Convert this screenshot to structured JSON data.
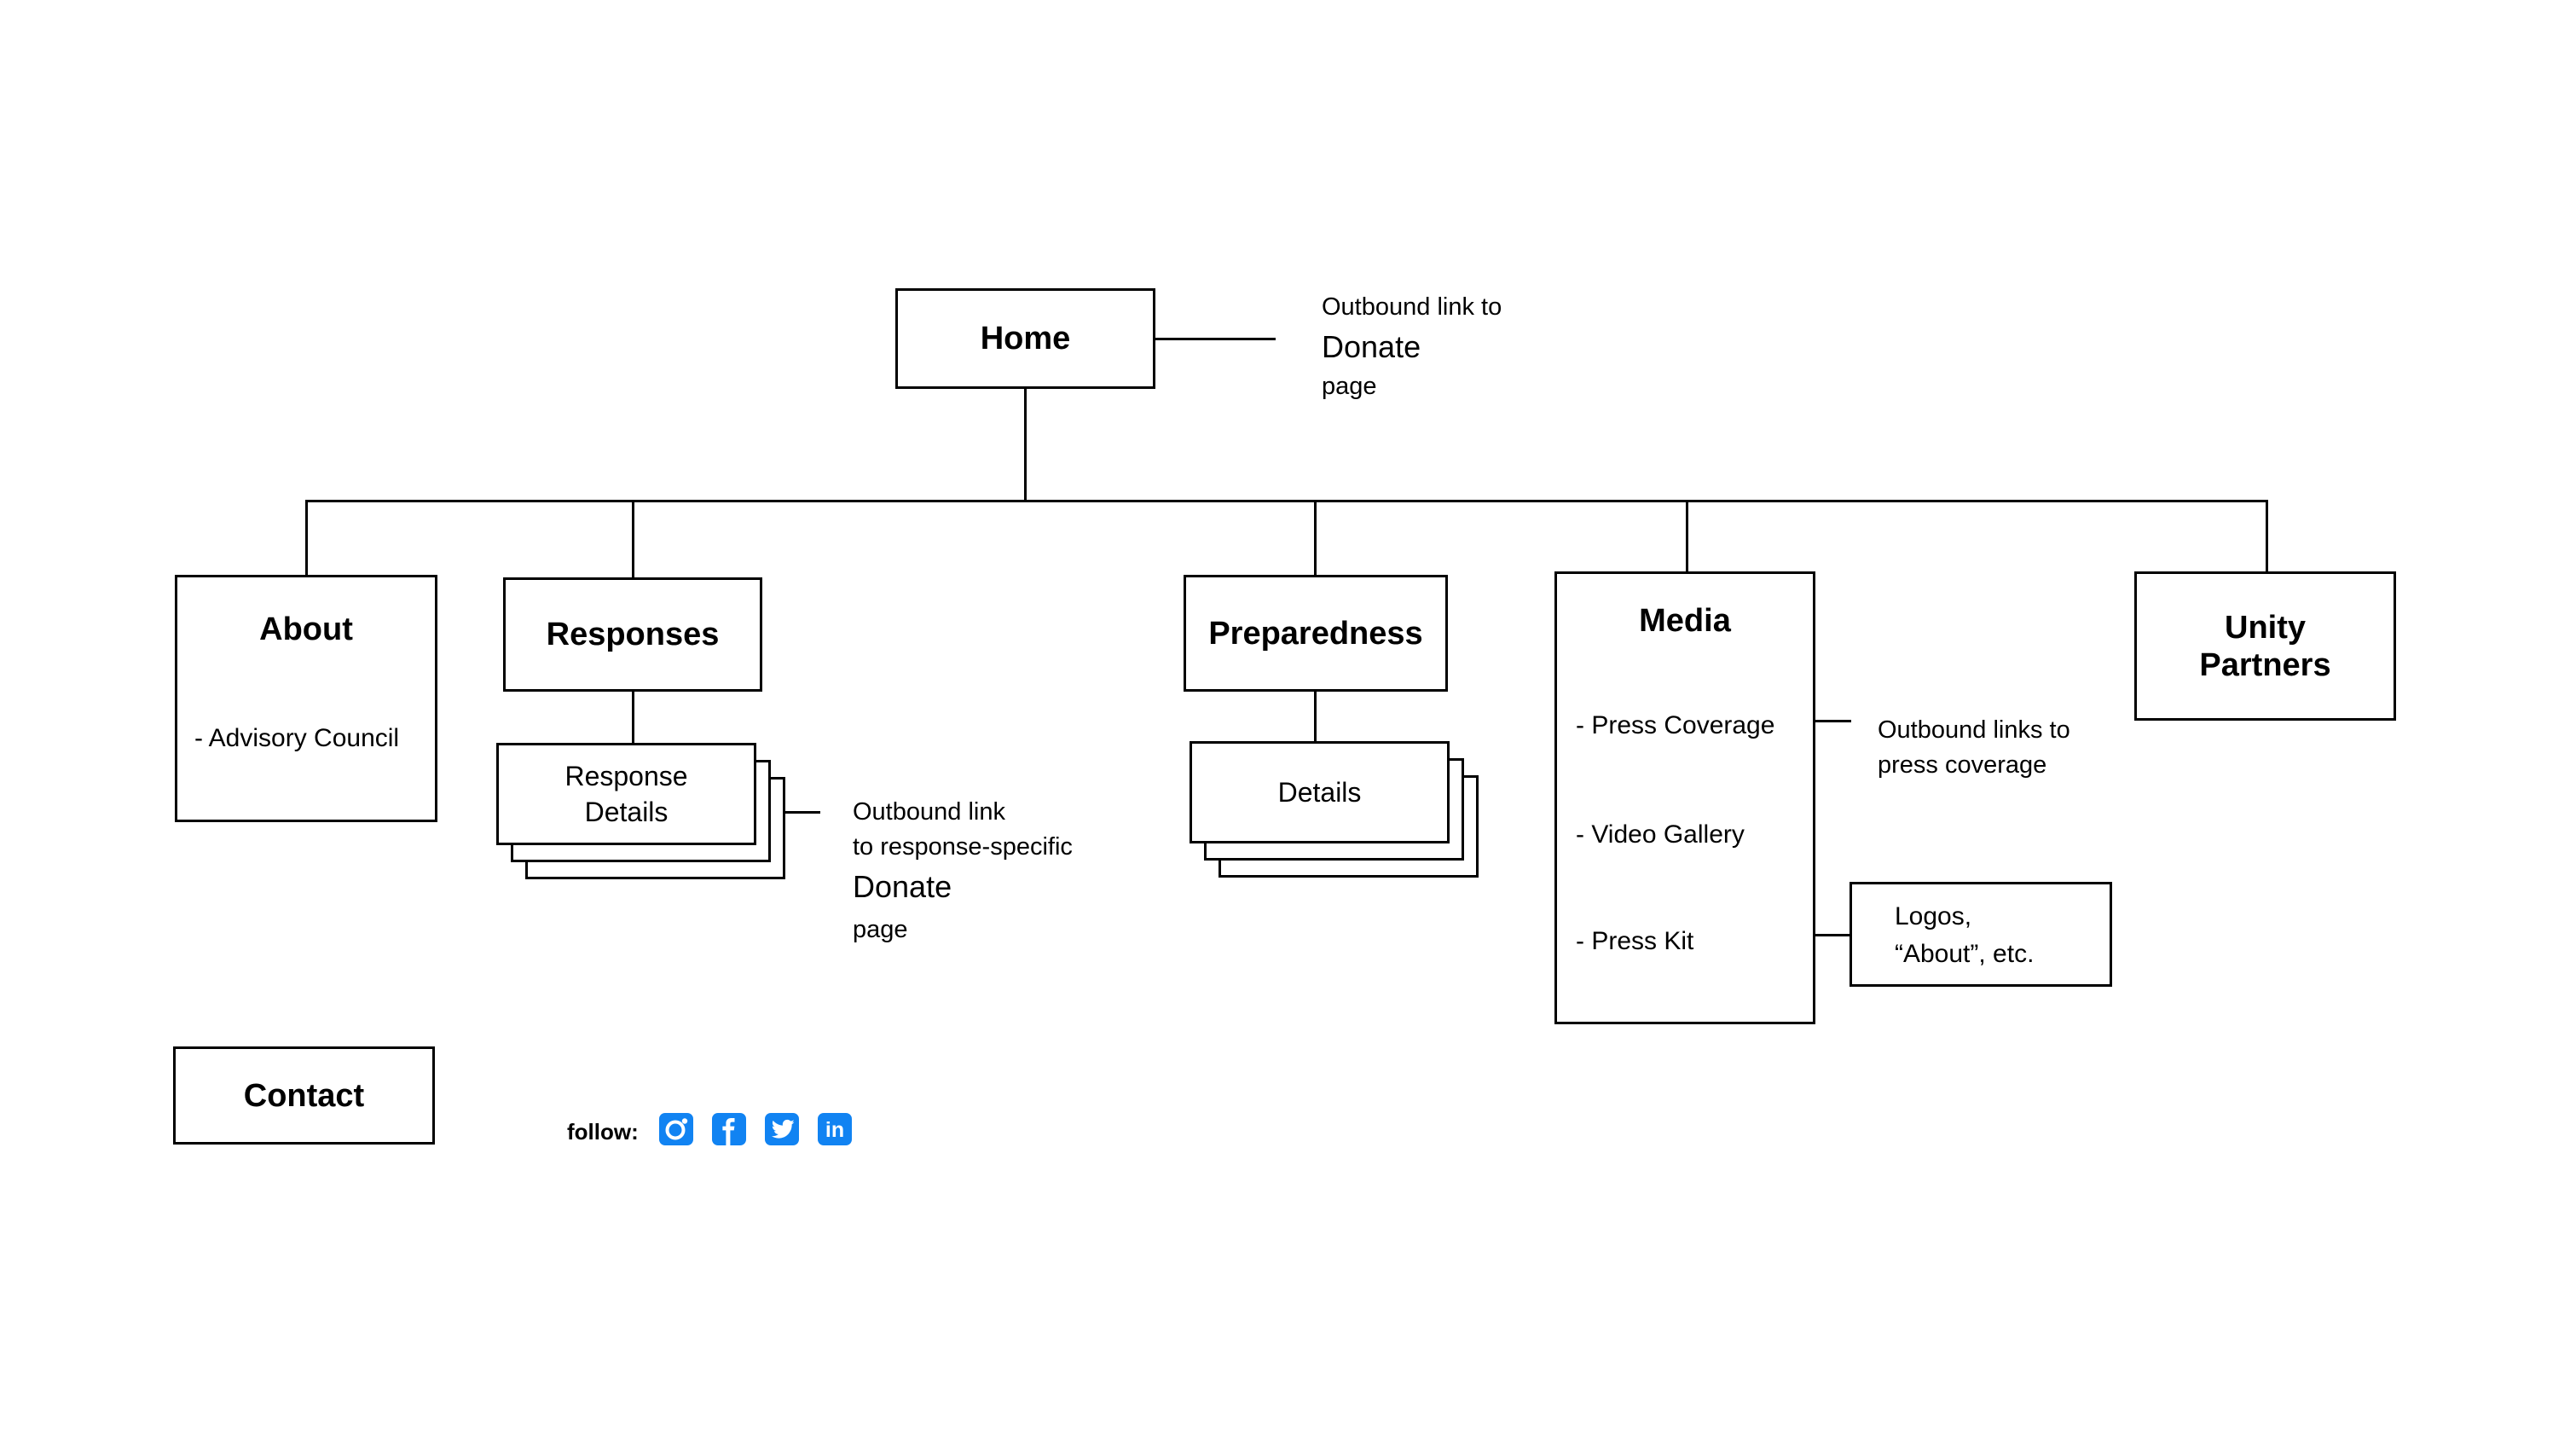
{
  "page": {
    "background": "#ffffff",
    "line_color": "#000000"
  },
  "nodes": {
    "home": {
      "label": "Home"
    },
    "about": {
      "title": "About",
      "item": "- Advisory Council"
    },
    "responses": {
      "title": "Responses"
    },
    "response_stack": {
      "lines": [
        "Response",
        "Details"
      ]
    },
    "preparedness": {
      "title": "Preparedness"
    },
    "details_stack": {
      "label": "Details"
    },
    "media": {
      "title": "Media",
      "items": [
        "- Press Coverage",
        "- Video Gallery",
        "- Press Kit"
      ]
    },
    "unity_partners": {
      "lines": [
        "Unity",
        "Partners"
      ]
    },
    "contact": {
      "label": "Contact"
    },
    "logos": {
      "lines": [
        "Logos,",
        "“About”, etc."
      ]
    }
  },
  "captions": {
    "home_donate": {
      "small_top": "Outbound link to",
      "big": "Donate",
      "small_bottom": "page"
    },
    "response_donate": {
      "small_top": "Outbound link",
      "small_top2": "to response-specific",
      "big": "Donate",
      "small_bottom": "page"
    },
    "press_coverage": {
      "line1": "Outbound links to",
      "line2": "press coverage"
    }
  },
  "footer": {
    "follow_label": "follow:",
    "social_icons": [
      "instagram-icon",
      "facebook-icon",
      "twitter-icon",
      "linkedin-icon"
    ],
    "icon_color": "#1183F2"
  }
}
